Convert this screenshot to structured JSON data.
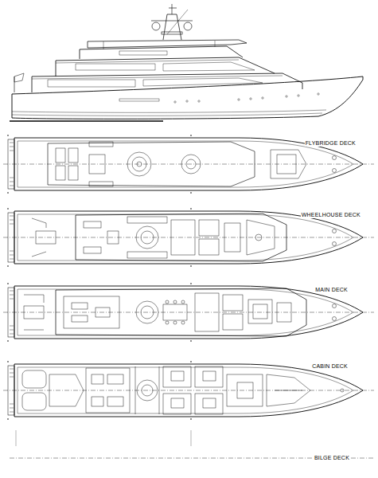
{
  "diagram": {
    "labels": [
      "FLYBRIDGE DECK",
      "WHEELHOUSE DECK",
      "MAIN DECK",
      "CABIN DECK",
      "BILGE DECK"
    ]
  }
}
